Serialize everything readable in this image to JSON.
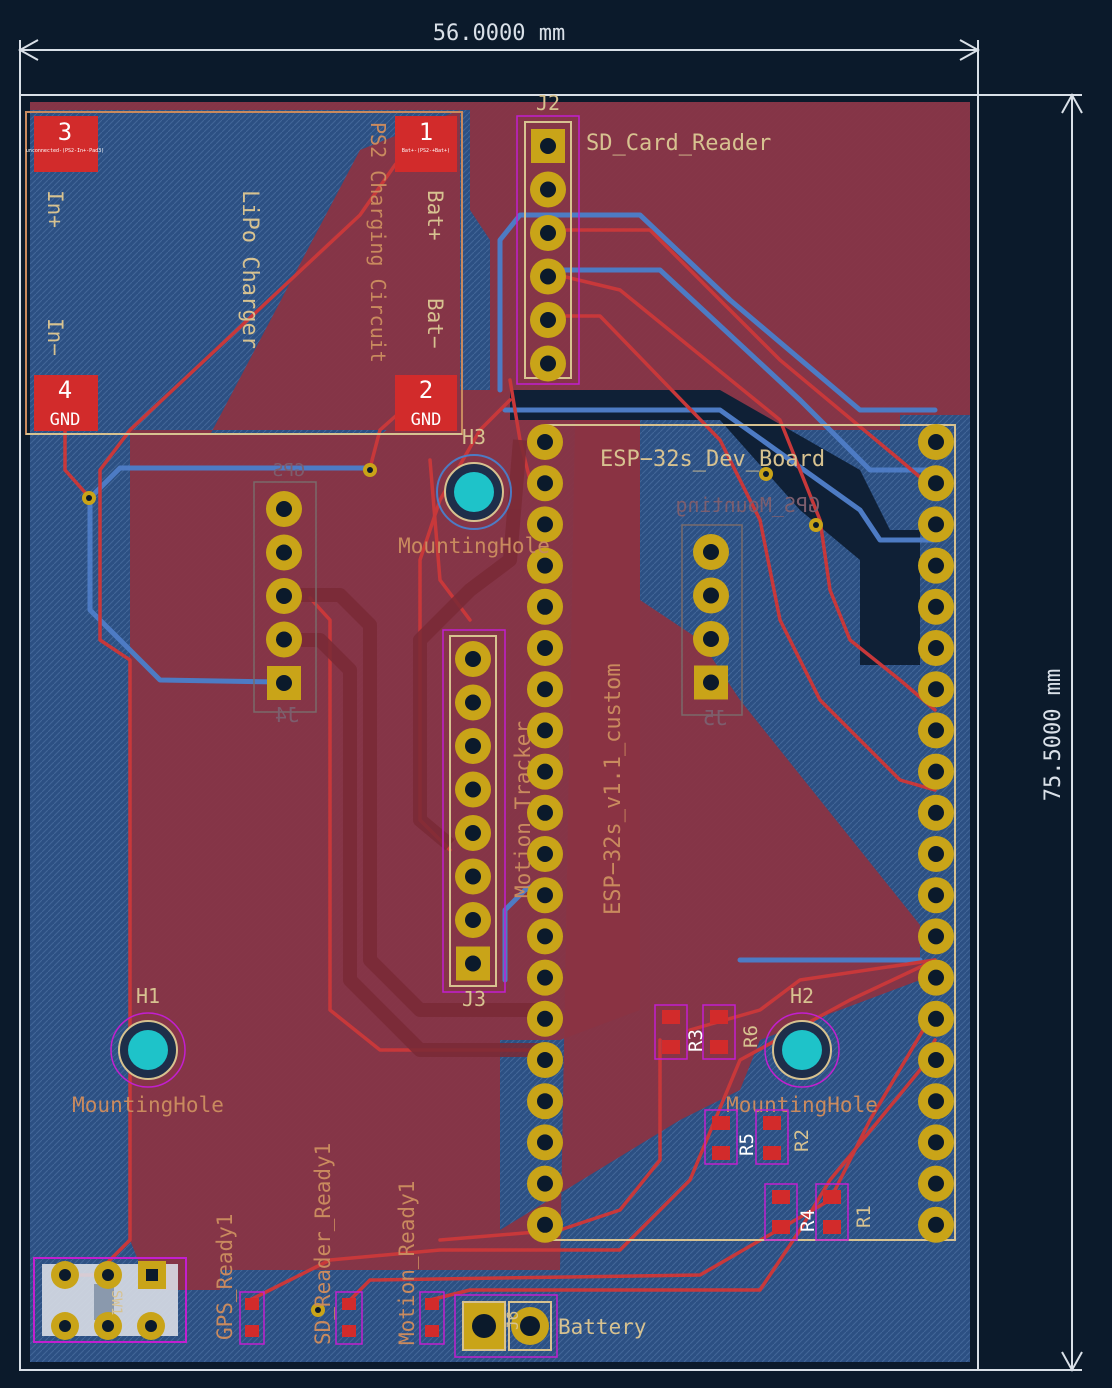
{
  "colors": {
    "background": "#0b1a2b",
    "copper_front": "#8a3443",
    "copper_back": "#2c5083",
    "trace_front": "#c8383a",
    "trace_back": "#4d7bc4",
    "silk": "#d7c290",
    "fab": "#c98a5e",
    "pad_gold": "#c9a418",
    "pad_red": "#d22b2b",
    "mounting": "#1ec3c9",
    "dimension": "#d9e0e8",
    "courtyard": "#c21fcf"
  },
  "dimensions": {
    "width_label": "56.0000 mm",
    "height_label": "75.5000 mm"
  },
  "charger": {
    "title": "LiPo Charger",
    "subtitle": "PS2 Charging Circuit",
    "pads": [
      {
        "num": "3",
        "net": "",
        "tiny": "unconnected-(PS2-In+-Pad3)"
      },
      {
        "num": "1",
        "net": "",
        "tiny": "Bat+-(PS2-+Bat+)"
      },
      {
        "num": "4",
        "net": "GND"
      },
      {
        "num": "2",
        "net": "GND"
      }
    ],
    "labels": {
      "in_plus": "In+",
      "in_minus": "In−",
      "bat_plus": "Bat+",
      "bat_minus": "Bat−"
    }
  },
  "components": {
    "j2_ref": "J2",
    "j2_value": "SD_Card_Reader",
    "esp_title": "ESP−32s_Dev_Board",
    "esp_value": "ESP−32s_v1.1_custom",
    "gps_ref": "GPS",
    "gps_mount": "GPS_Mounting",
    "j4_ref": "J4",
    "j5_ref": "J5",
    "j3_ref": "J3",
    "motion": "Motion_Tracker",
    "h1": "H1",
    "h2": "H2",
    "h3": "H3",
    "mounting_hole": "MountingHole",
    "r1": "R1",
    "r2": "R2",
    "r3": "R3",
    "r4": "R4",
    "r5": "R5",
    "r6": "R6",
    "gps_ready": "GPS_Ready1",
    "sd_ready": "SD_Reader_Ready1",
    "motion_ready": "Motion_Ready1",
    "battery": "Battery",
    "b1_ref": "J6",
    "sw_ref": "SW1"
  }
}
